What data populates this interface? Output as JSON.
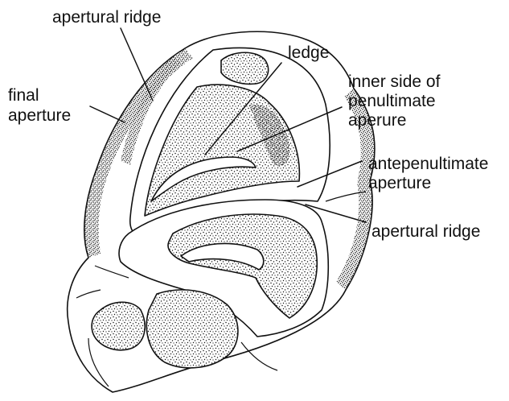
{
  "figure": {
    "labels": {
      "apertural_ridge_top": "apertural ridge",
      "ledge": "ledge",
      "final_aperture_line1": "final",
      "final_aperture_line2": "aperture",
      "inner_side_line1": "inner side of",
      "inner_side_line2": "penultimate",
      "inner_side_line3": "aperure",
      "antepenultimate_line1": "antepenultimate",
      "antepenultimate_line2": "aperture",
      "apertural_ridge_right": "apertural ridge"
    },
    "colors": {
      "ink": "#111111",
      "paper": "#ffffff"
    }
  }
}
